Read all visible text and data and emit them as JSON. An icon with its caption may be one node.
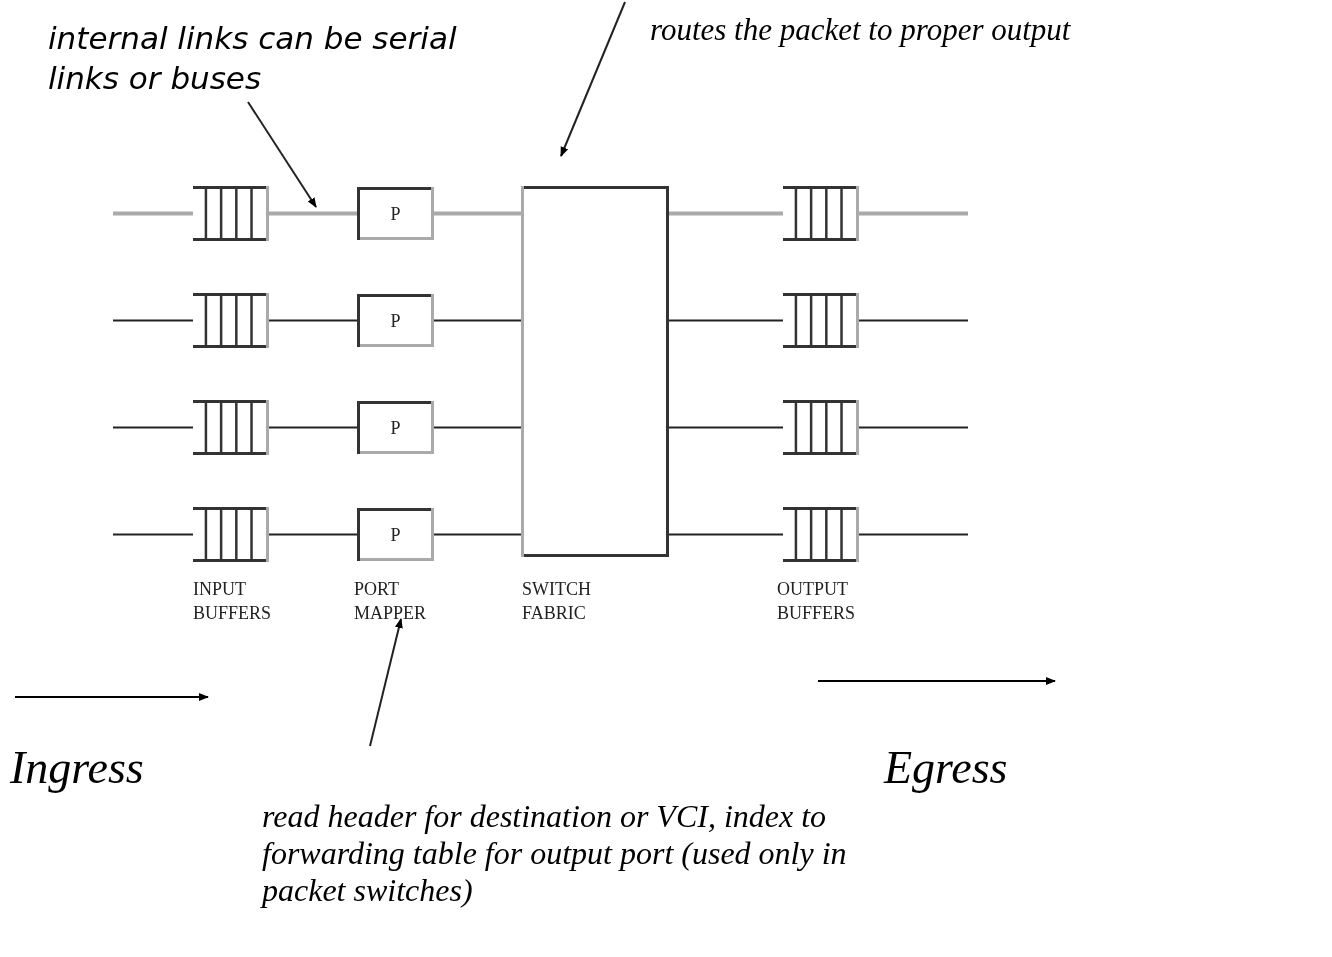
{
  "diagram": {
    "nodes": [
      {
        "text": [
          "internal links can be serial links or buses"
        ]
      },
      {
        "text": [
          "routes the packet to proper output"
        ]
      },
      {
        "text": [],
        "shape": "queue"
      },
      {
        "text": [],
        "shape": "queue"
      },
      {
        "text": [],
        "shape": "queue"
      },
      {
        "text": [],
        "shape": "queue"
      },
      {
        "text": [
          "P"
        ]
      },
      {
        "text": [
          "P"
        ]
      },
      {
        "text": [
          "P"
        ]
      },
      {
        "text": [
          "P"
        ]
      },
      {
        "text": [],
        "shape": "box"
      },
      {
        "text": [],
        "shape": "queue"
      },
      {
        "text": [],
        "shape": "queue"
      },
      {
        "text": [],
        "shape": "queue"
      },
      {
        "text": [],
        "shape": "queue"
      },
      {
        "text": [
          "PORT MAPPER"
        ]
      },
      {
        "text": [
          "read header for destination or VCI, index to forwarding table for output port (used only in packet switches)"
        ]
      }
    ],
    "edges": [
      {
        "from": null,
        "to": 2,
        "arrow": "none",
        "style": "thick",
        "color": "#aaaaaa"
      },
      {
        "from": 2,
        "to": 6,
        "arrow": "none",
        "style": "thick",
        "color": "#aaaaaa"
      },
      {
        "from": 6,
        "to": 10,
        "arrow": "none",
        "style": "thick",
        "color": "#aaaaaa"
      },
      {
        "from": 10,
        "to": 11,
        "arrow": "none",
        "style": "thick",
        "color": "#aaaaaa"
      },
      {
        "from": 11,
        "to": null,
        "arrow": "none",
        "style": "thick",
        "color": "#aaaaaa"
      },
      {
        "from": null,
        "to": 3,
        "arrow": "none"
      },
      {
        "from": 3,
        "to": 7,
        "arrow": "none"
      },
      {
        "from": 7,
        "to": 10,
        "arrow": "none"
      },
      {
        "from": 10,
        "to": 12,
        "arrow": "none"
      },
      {
        "from": 12,
        "to": null,
        "arrow": "none"
      },
      {
        "from": null,
        "to": 4,
        "arrow": "none"
      },
      {
        "from": 4,
        "to": 8,
        "arrow": "none"
      },
      {
        "from": 8,
        "to": 10,
        "arrow": "none"
      },
      {
        "from": 10,
        "to": 13,
        "arrow": "none"
      },
      {
        "from": 13,
        "to": null,
        "arrow": "none"
      },
      {
        "from": null,
        "to": 5,
        "arrow": "none"
      },
      {
        "from": 5,
        "to": 9,
        "arrow": "none"
      },
      {
        "from": 9,
        "to": 10,
        "arrow": "none"
      },
      {
        "from": 10,
        "to": 14,
        "arrow": "none"
      },
      {
        "from": 14,
        "to": null,
        "arrow": "none"
      },
      {
        "from": 0,
        "to": null,
        "arrow": "to"
      },
      {
        "from": 1,
        "to": 10,
        "arrow": "to"
      },
      {
        "from": 16,
        "to": 15,
        "arrow": "to"
      }
    ],
    "labels": [
      "INPUT BUFFERS",
      "SWITCH FABRIC",
      "OUTPUT BUFFERS",
      "Ingress",
      "Egress"
    ]
  }
}
